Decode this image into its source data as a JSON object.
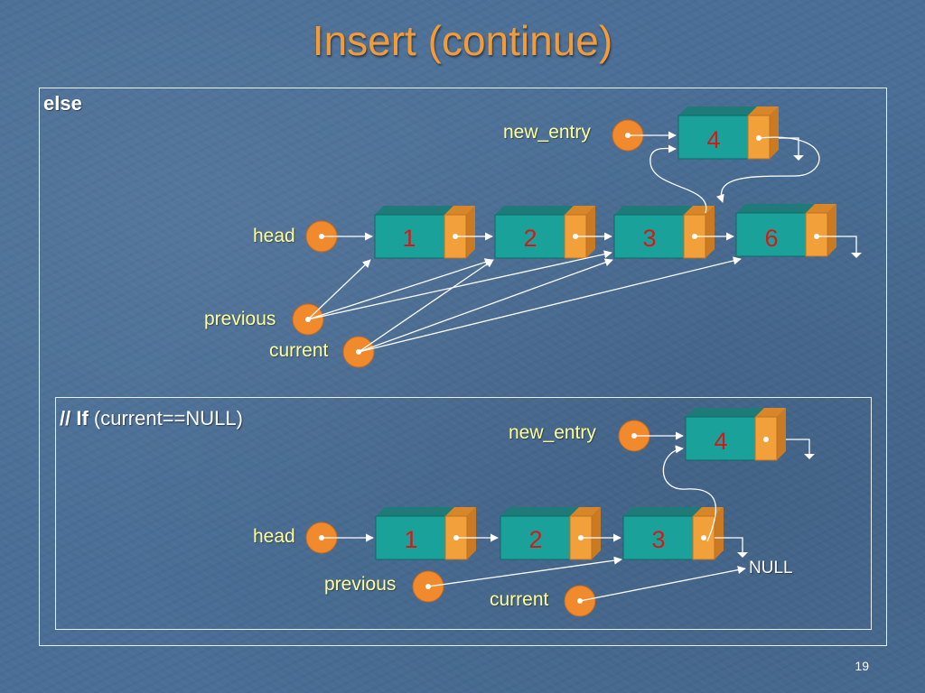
{
  "slide": {
    "title": "Insert (continue)",
    "page_number": "19"
  },
  "top_panel": {
    "label": "else",
    "new_entry_label": "new_entry",
    "head_label": "head",
    "previous_label": "previous",
    "current_label": "current",
    "new_node_value": "4",
    "nodes": [
      "1",
      "2",
      "3",
      "6"
    ]
  },
  "bottom_panel": {
    "comment_prefix": "// If",
    "comment_condition": "(current==NULL)",
    "new_entry_label": "new_entry",
    "head_label": "head",
    "previous_label": "previous",
    "current_label": "current",
    "null_label": "NULL",
    "new_node_value": "4",
    "nodes": [
      "1",
      "2",
      "3"
    ]
  },
  "colors": {
    "node_front": "#1aa29a",
    "node_top": "#1e7b78",
    "node_side": "#146f6c",
    "ptr_front": "#f2a03a",
    "ptr_top": "#d8862a",
    "pointer_circle": "#f08a2c",
    "value_text": "#d21a1a",
    "title": "#f39b38",
    "label": "#ffff99"
  }
}
